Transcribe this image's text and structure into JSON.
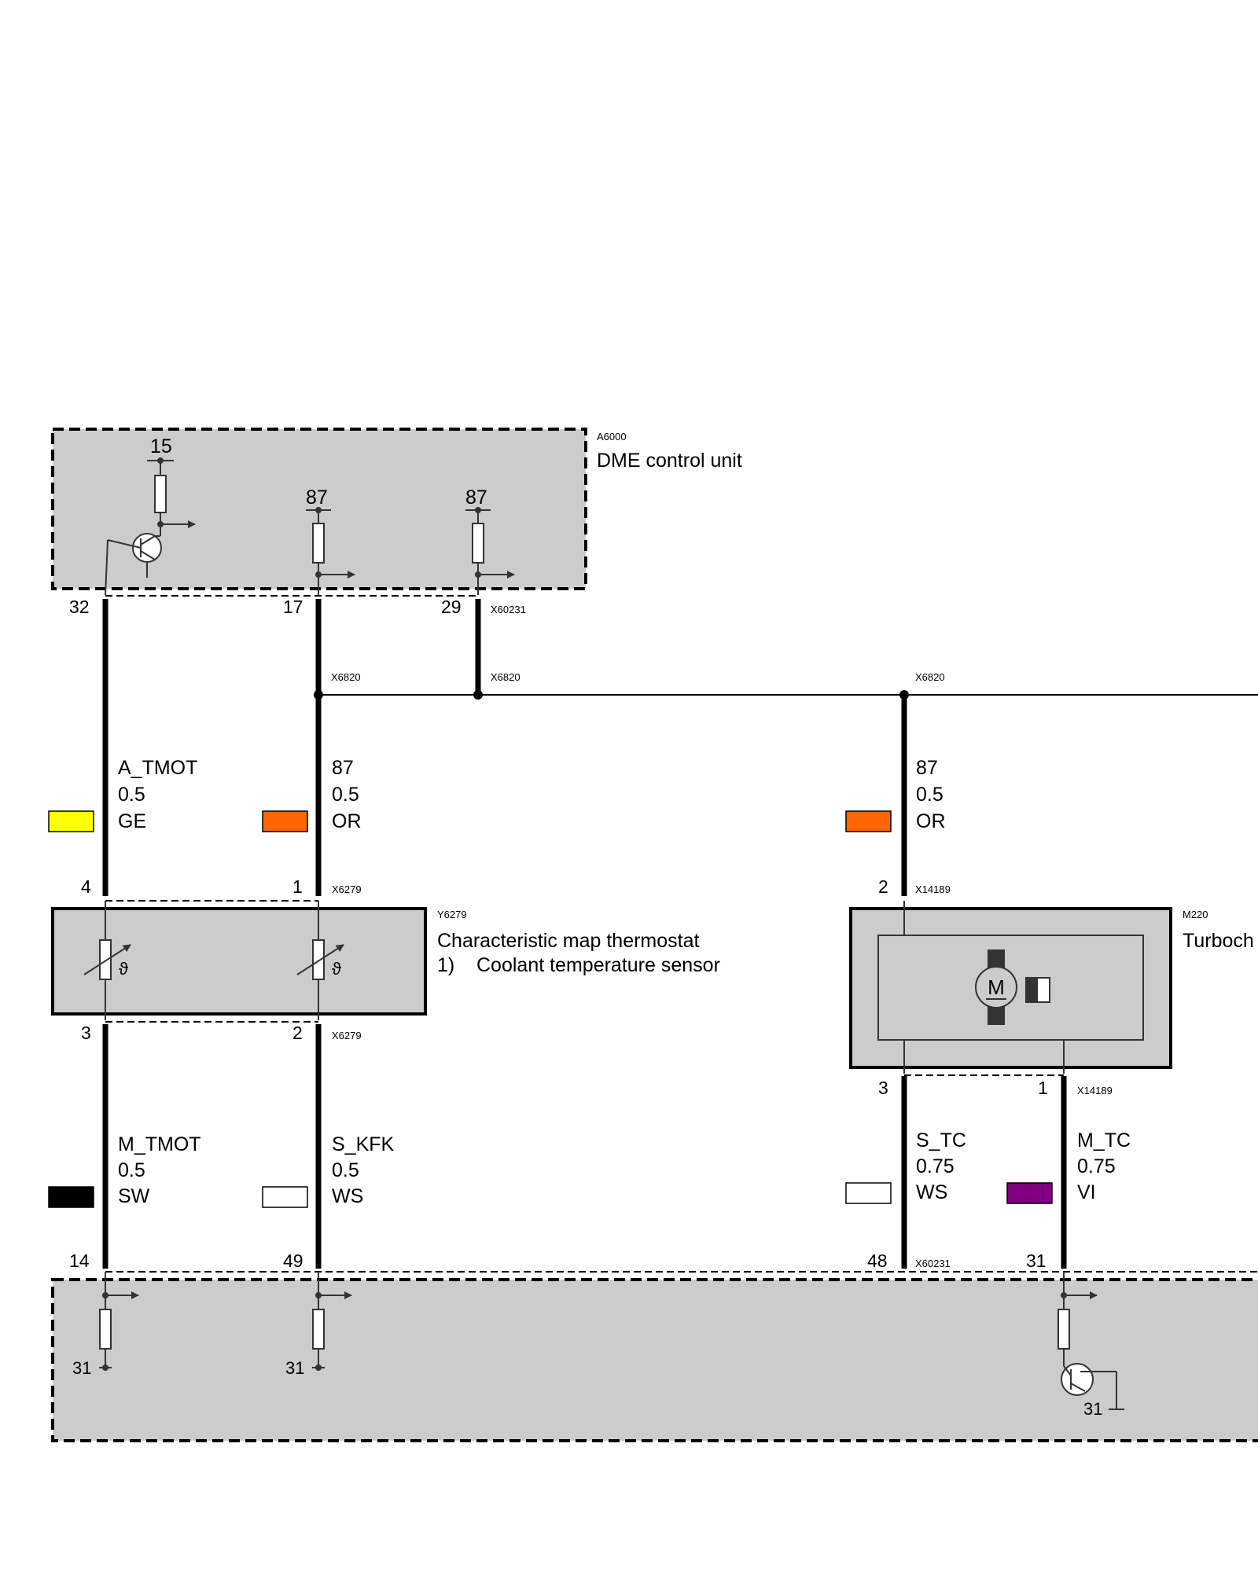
{
  "components": {
    "dme": {
      "id": "A6000",
      "name": "DME control unit"
    },
    "thermostat": {
      "id": "Y6279",
      "name": "Characteristic map thermostat",
      "note_num": "1)",
      "note_text": "Coolant temperature sensor"
    },
    "pump": {
      "id": "M220",
      "name": "Turboch"
    }
  },
  "supplies": {
    "kl15": "15",
    "kl87_a": "87",
    "kl87_b": "87"
  },
  "connectors": {
    "x60231_top": "X60231",
    "x6820_a": "X6820",
    "x6820_b": "X6820",
    "x6820_c": "X6820",
    "x6279_top": "X6279",
    "x6279_bot": "X6279",
    "x14189_top": "X14189",
    "x14189_bot": "X14189",
    "x60231_bot": "X60231"
  },
  "pins": {
    "dme_32": "32",
    "dme_17": "17",
    "dme_29": "29",
    "th_4": "4",
    "th_1": "1",
    "th_3": "3",
    "th_2": "2",
    "pump_2": "2",
    "pump_3": "3",
    "pump_1": "1",
    "dme_14": "14",
    "dme_49": "49",
    "dme_48": "48",
    "dme_31": "31"
  },
  "grounds": {
    "g1": "31",
    "g2": "31",
    "g3": "31"
  },
  "wires": [
    {
      "signal": "A_TMOT",
      "gauge": "0.5",
      "color_code": "GE",
      "color": "#FFFF00"
    },
    {
      "signal": "87",
      "gauge": "0.5",
      "color_code": "OR",
      "color": "#FF6600"
    },
    {
      "signal": "87",
      "gauge": "0.5",
      "color_code": "OR",
      "color": "#FF6600"
    },
    {
      "signal": "M_TMOT",
      "gauge": "0.5",
      "color_code": "SW",
      "color": "#000000"
    },
    {
      "signal": "S_KFK",
      "gauge": "0.5",
      "color_code": "WS",
      "color": "#FFFFFF"
    },
    {
      "signal": "S_TC",
      "gauge": "0.75",
      "color_code": "WS",
      "color": "#FFFFFF"
    },
    {
      "signal": "M_TC",
      "gauge": "0.75",
      "color_code": "VI",
      "color": "#800080"
    }
  ],
  "symbols": {
    "theta": "ϑ",
    "motor": "M"
  }
}
